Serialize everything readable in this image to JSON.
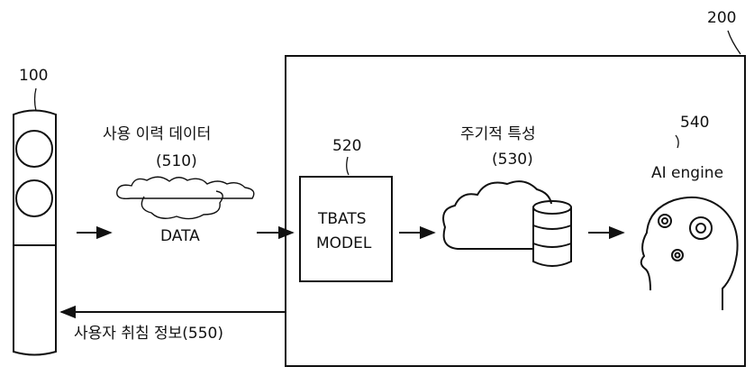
{
  "device": {
    "ref": "100"
  },
  "server": {
    "ref": "200"
  },
  "usage_data": {
    "title": "사용 이력 데이터",
    "ref": "(510)",
    "cloud_label": "DATA"
  },
  "model": {
    "ref": "520",
    "line1": "TBATS",
    "line2": "MODEL"
  },
  "periodic": {
    "title": "주기적 특성",
    "ref": "(530)"
  },
  "ai": {
    "ref": "540",
    "label": "AI engine"
  },
  "feedback": {
    "label": "사용자 취침 정보(550)"
  },
  "icons": [
    "air-conditioner-icon",
    "cloud-icon",
    "cloud-database-icon",
    "head-with-gears-icon",
    "arrow-icon"
  ]
}
